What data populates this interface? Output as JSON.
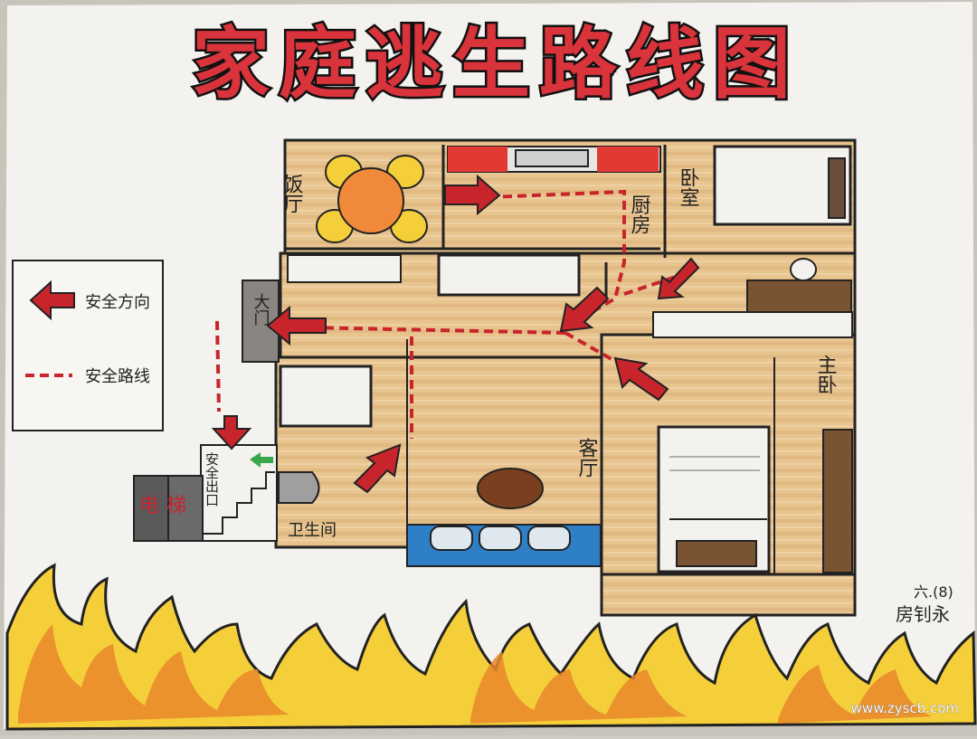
{
  "title": "家庭逃生路线图",
  "legend": {
    "direction_label": "安全方向",
    "route_label": "安全路线"
  },
  "rooms": {
    "dining": "饭厅",
    "kitchen": "厨房",
    "bedroom": "卧室",
    "main_door": "大门",
    "master_bedroom": "主卧",
    "living_room": "客厅",
    "bathroom": "卫生间",
    "safe_exit": "安全出口",
    "elevator": "电梯"
  },
  "signature": {
    "class": "六.(8)",
    "name": "房钊永"
  },
  "watermark": "www.zyscb.com",
  "colors": {
    "paper": "#f2f1ee",
    "floor": "#e6c28e",
    "arrow": "#c8242c",
    "title_red": "#d9333b",
    "flame_yellow": "#f4cf3a",
    "flame_orange": "#e9872c",
    "sofa_blue": "#2f7fc6"
  }
}
